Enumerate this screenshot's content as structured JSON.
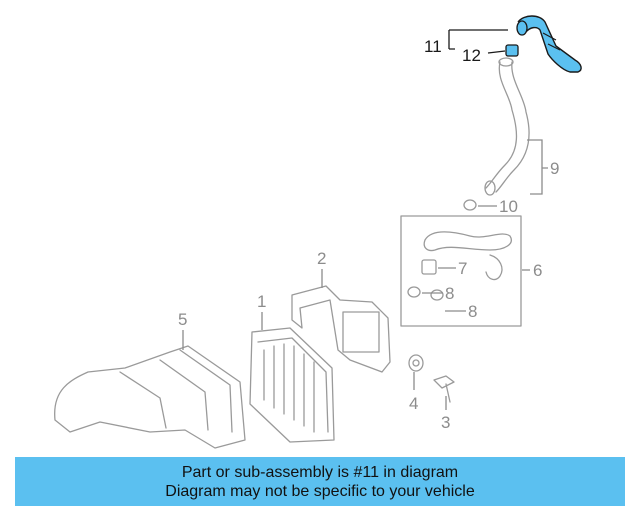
{
  "callouts": {
    "c1": "1",
    "c2": "2",
    "c3": "3",
    "c4": "4",
    "c5": "5",
    "c6": "6",
    "c7": "7",
    "c8a": "8",
    "c8b": "8",
    "c9": "9",
    "c10": "10",
    "c11": "11",
    "c12": "12"
  },
  "highlighted_part": "11",
  "colors": {
    "highlight": "#5bc0f0",
    "banner": "#5bc0f0",
    "line_art": "#9a9a9a"
  },
  "banner": {
    "line1": "Part or sub-assembly is #11 in diagram",
    "line2": "Diagram may not be specific to your vehicle"
  }
}
